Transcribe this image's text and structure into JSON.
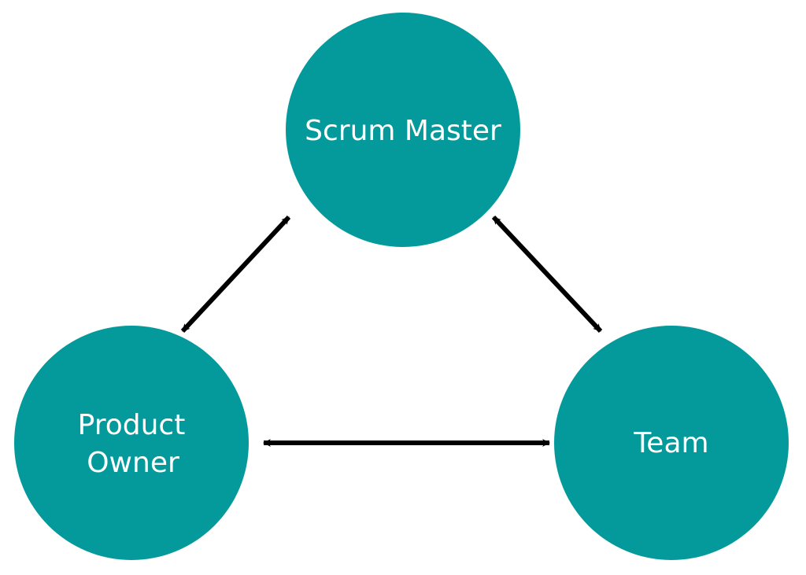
{
  "diagram": {
    "node_color": "#049a9c",
    "arrow_color": "#000000",
    "nodes": {
      "scrum_master": {
        "line1": "Scrum Master"
      },
      "product_owner": {
        "line1": "Product",
        "line2": "Owner"
      },
      "team": {
        "line1": "Team"
      }
    }
  }
}
